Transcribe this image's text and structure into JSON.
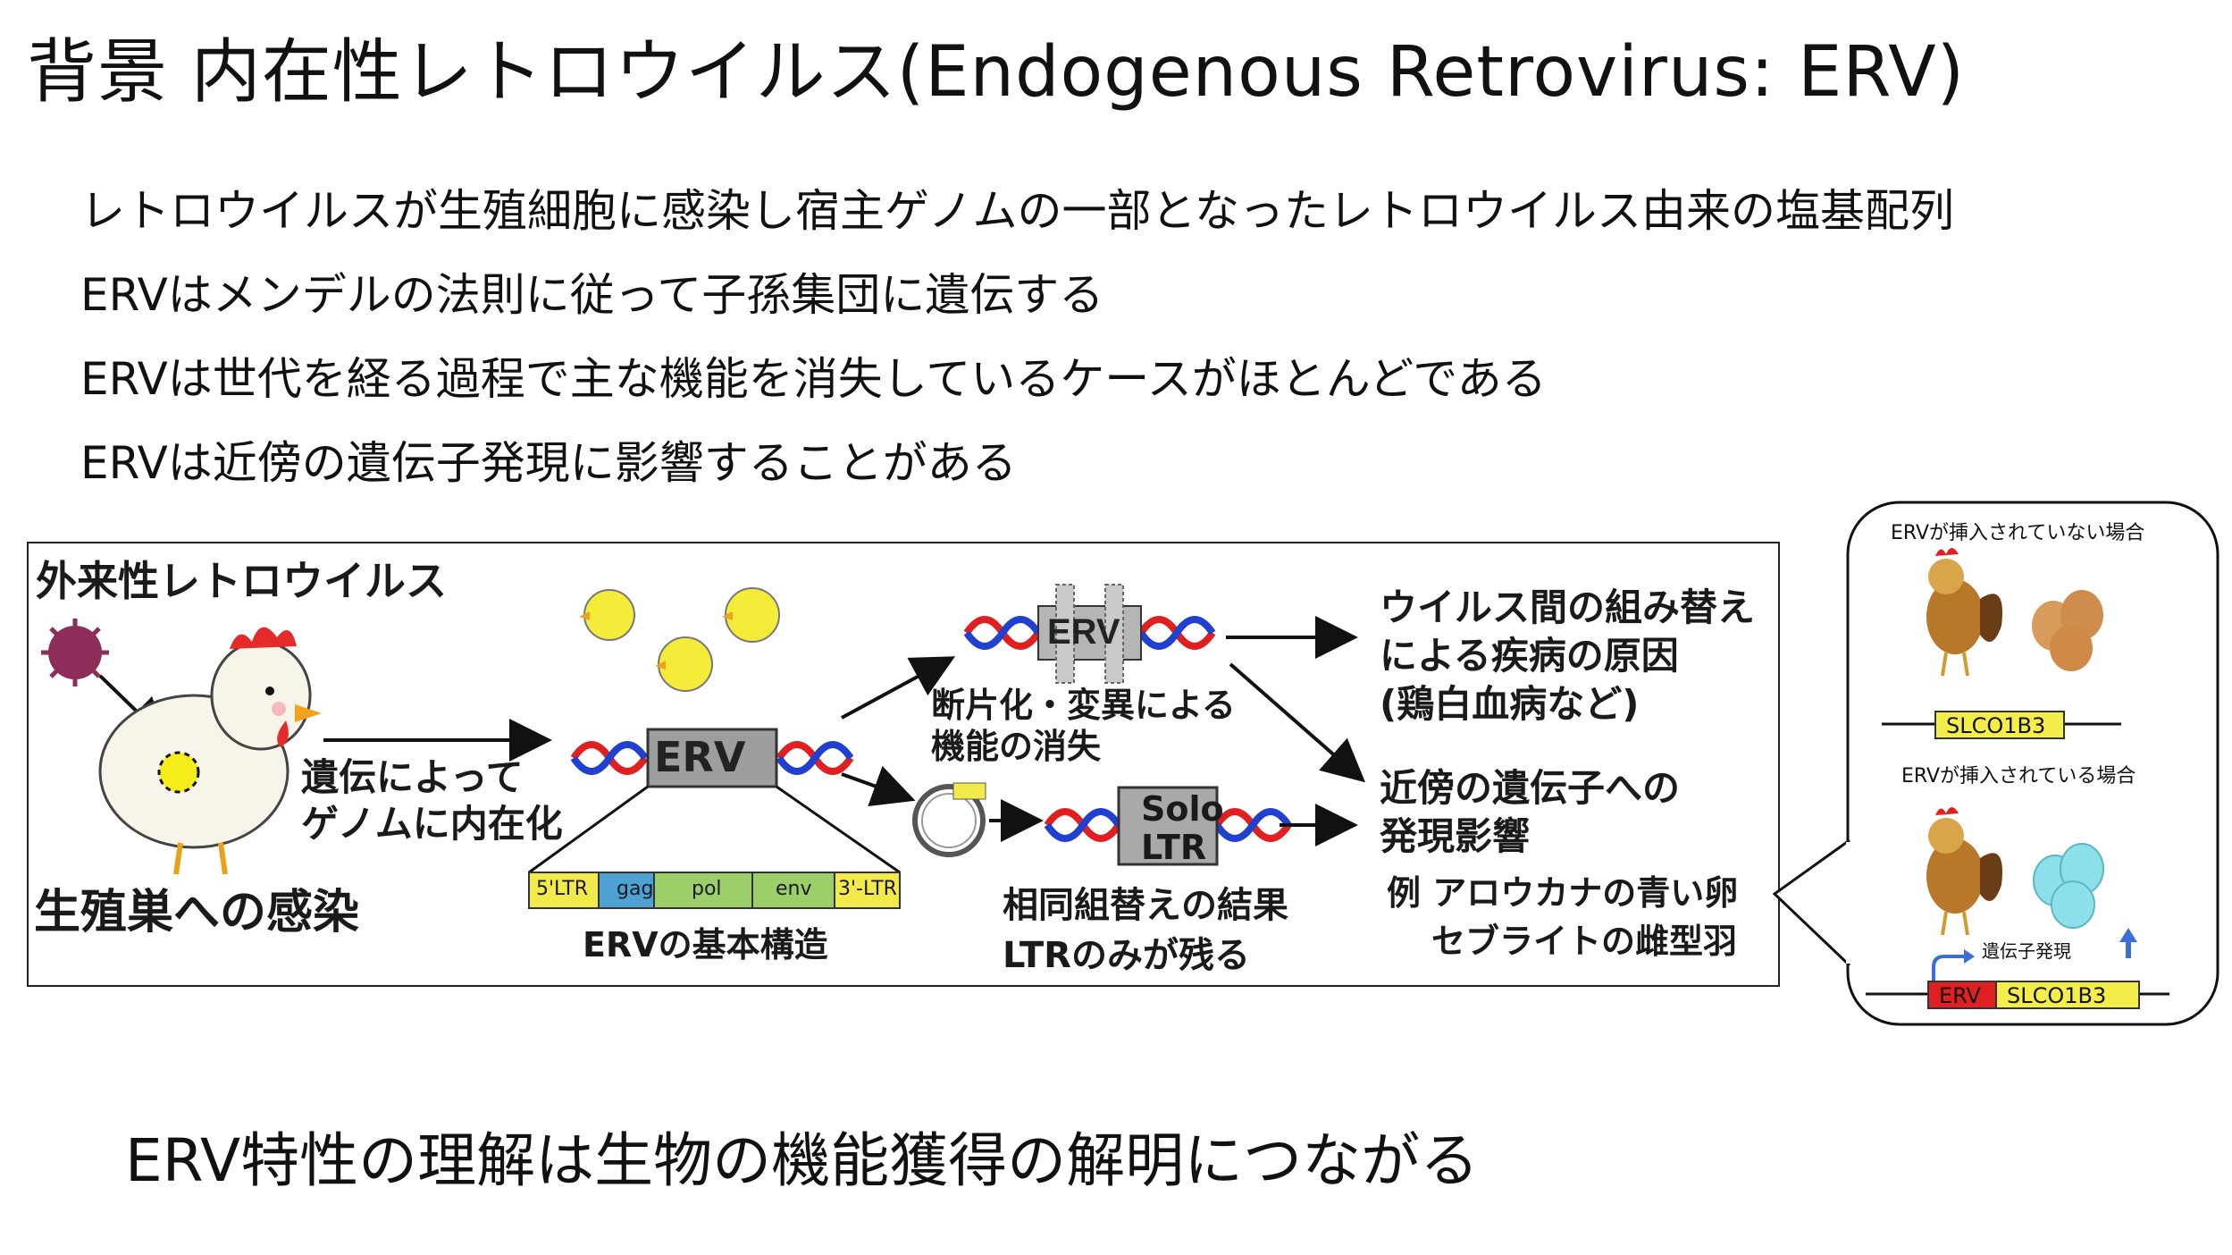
{
  "title": "背景 内在性レトロウイルス(Endogenous Retrovirus: ERV)",
  "bullets": [
    "レトロウイルスが生殖細胞に感染し宿主ゲノムの一部となったレトロウイルス由来の塩基配列",
    "ERVはメンデルの法則に従って子孫集団に遺伝する",
    "ERVは世代を経る過程で主な機能を消失しているケースがほとんどである",
    "ERVは近傍の遺伝子発現に影響することがある"
  ],
  "diagram": {
    "exogenous_label": "外来性レトロウイルス",
    "germline_label": "生殖巣への感染",
    "inherit_label": [
      "遺伝によって",
      "ゲノムに内在化"
    ],
    "erv_label": "ERV",
    "basic_structure_label": "ERVの基本構造",
    "segments": [
      "5'LTR",
      "gag",
      "pol",
      "env",
      "3'-LTR"
    ],
    "fragment_label": [
      "断片化・変異による",
      "機能の消失"
    ],
    "solo_ltr_label": [
      "Solo",
      "LTR"
    ],
    "recombination_label": [
      "相同組替えの結果",
      "LTRのみが残る"
    ],
    "disease_label": [
      "ウイルス間の組み替え",
      "による疾病の原因",
      "(鶏白血病など)"
    ],
    "expression_label": [
      "近傍の遺伝子への",
      "発現影響"
    ],
    "example_label": [
      "例 アロウカナの青い卵",
      "セブライトの雌型羽"
    ],
    "colors": {
      "dna_red": "#e02020",
      "dna_blue": "#2040d0",
      "gag": "#4ea1d3",
      "pol": "#9ccf6a",
      "ltr": "#f2e94a"
    }
  },
  "callout": {
    "no_insert_label": "ERVが挿入されていない場合",
    "insert_label": "ERVが挿入されている場合",
    "gene_label": "SLCO1B3",
    "erv_box_label": "ERV",
    "expression_label": "遺伝子発現"
  },
  "conclusion": "ERV特性の理解は生物の機能獲得の解明につながる"
}
